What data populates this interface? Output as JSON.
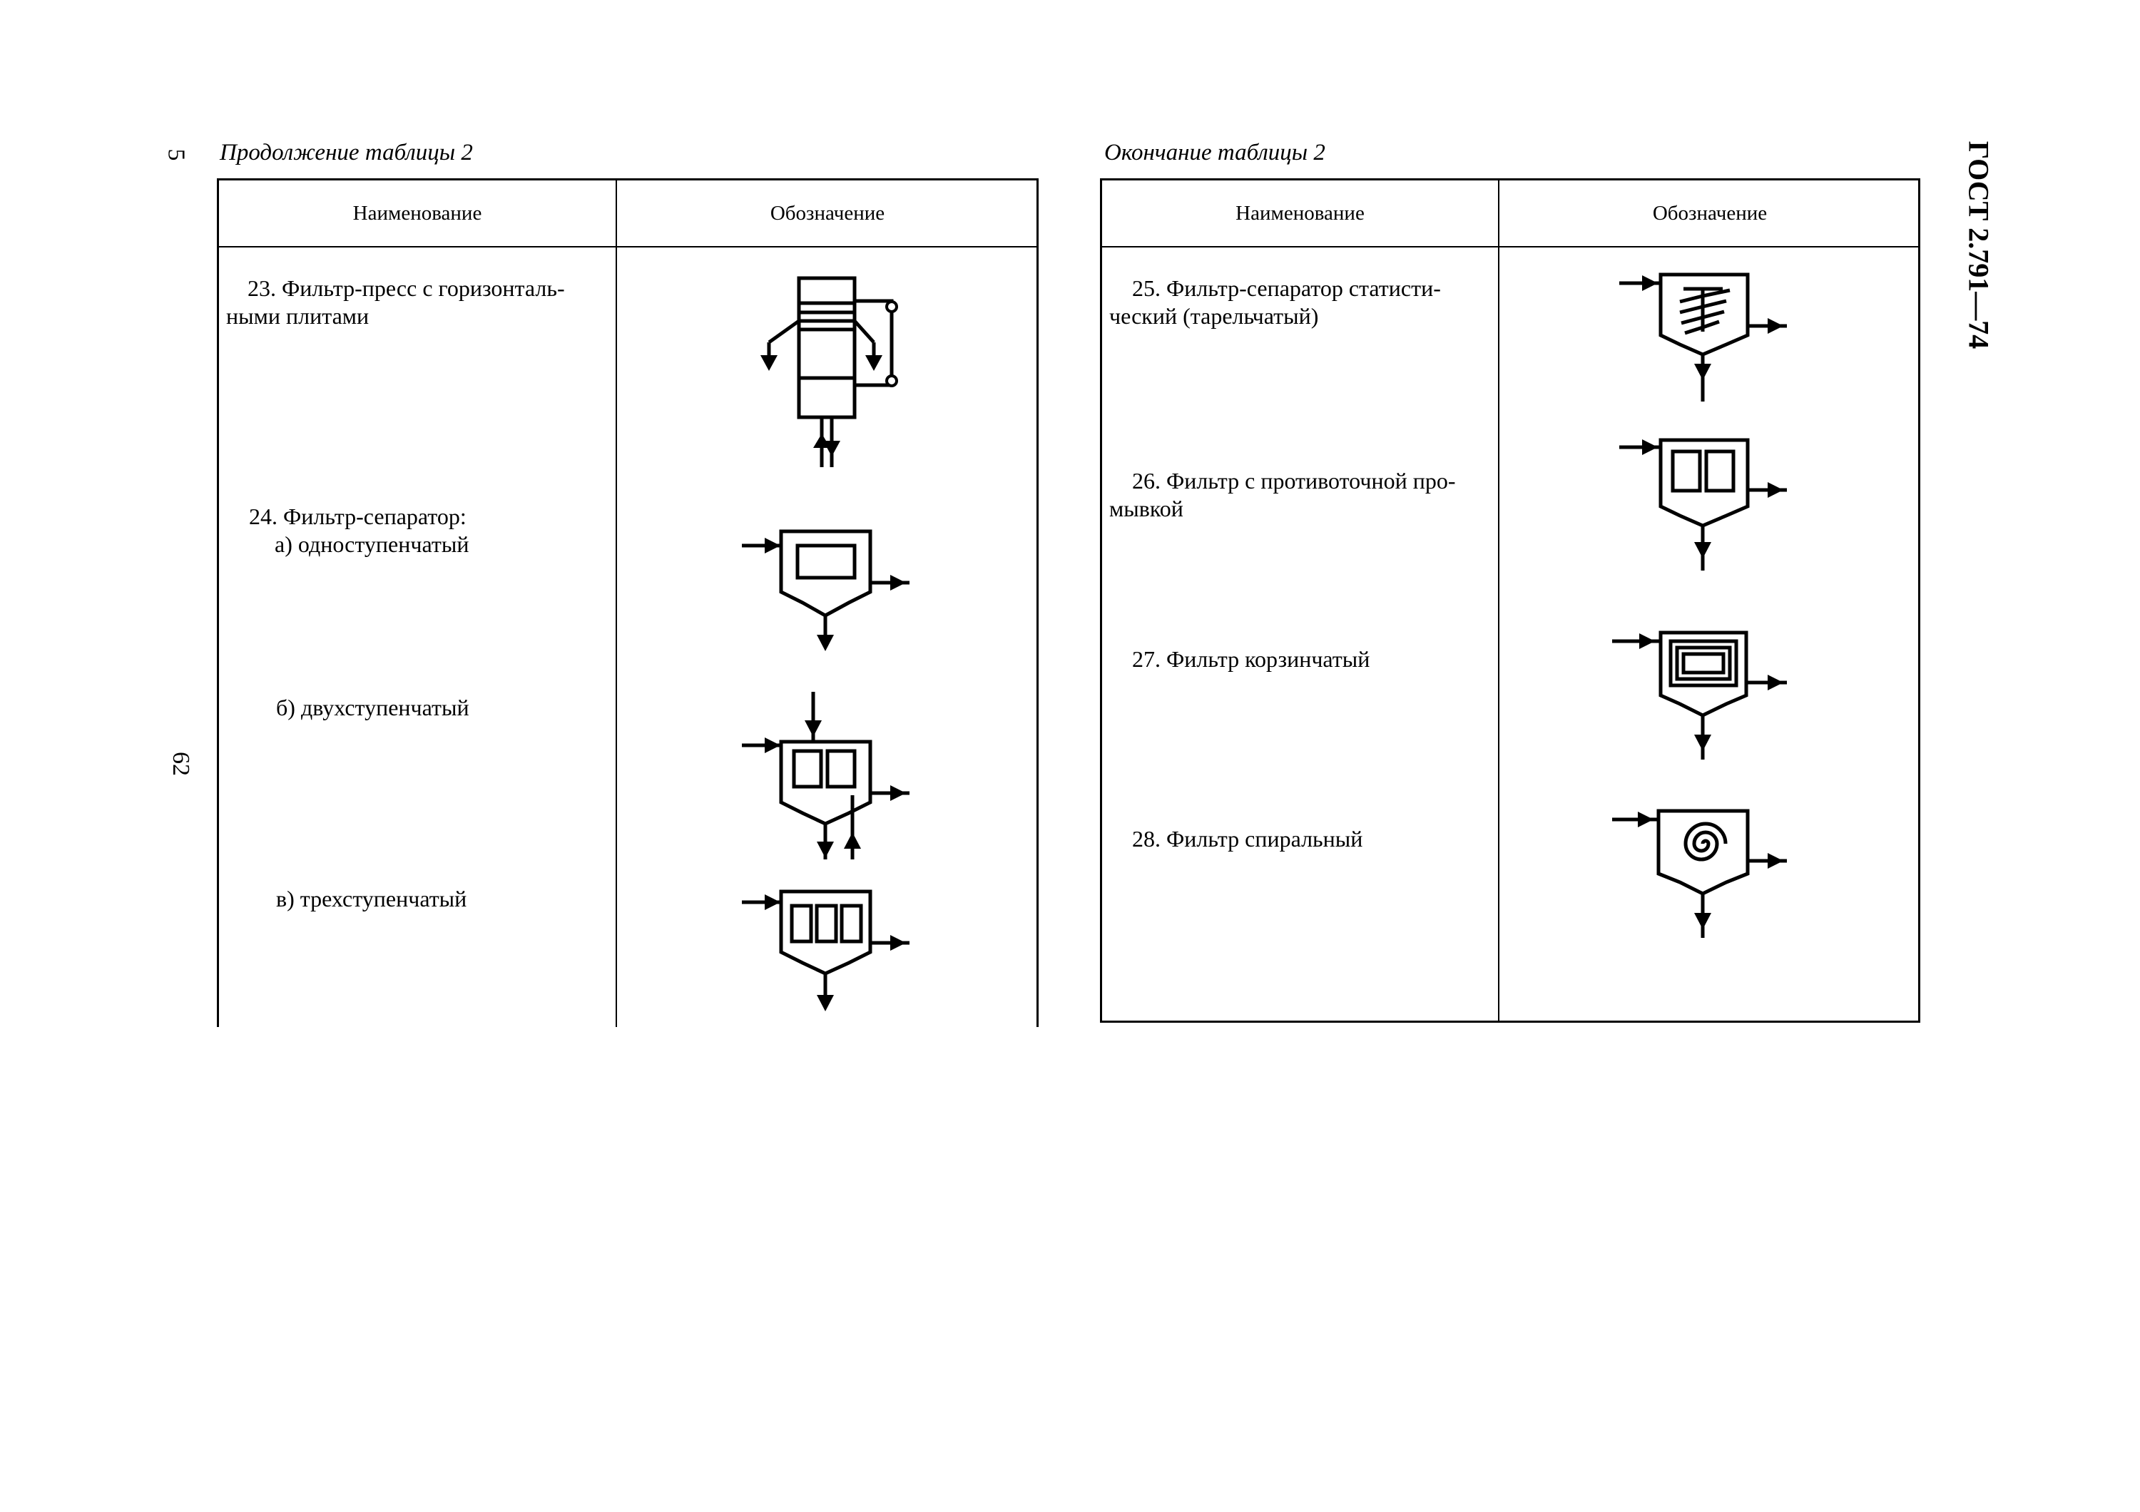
{
  "left_page": {
    "caption": "Продолжение таблицы 2",
    "page_number_top": "5",
    "page_number_side": "62",
    "header": {
      "name": "Наименование",
      "symbol": "Обозначение"
    },
    "rows": [
      {
        "id": "23",
        "line1": "23. Фильтр-пресс с горизонталь-",
        "line2": "ными плитами"
      },
      {
        "id": "24",
        "line1": "24. Фильтр-сепаратор:",
        "line2": "а)  одноступенчатый"
      },
      {
        "id": "24b",
        "line1": "б)  двухступенчатый"
      },
      {
        "id": "24c",
        "line1": "в)  трехступенчатый"
      }
    ]
  },
  "right_page": {
    "caption": "Окончание таблицы 2",
    "standard": "ГОСТ 2.791—74",
    "header": {
      "name": "Наименование",
      "symbol": "Обозначение"
    },
    "rows": [
      {
        "id": "25",
        "line1": "25.  Фильтр-сепаратор  статисти-",
        "line2": "ческий  (тарельчатый)"
      },
      {
        "id": "26",
        "line1": "26. Фильтр с противоточной про-",
        "line2": "мывкой"
      },
      {
        "id": "27",
        "line1": "27. Фильтр корзинчатый"
      },
      {
        "id": "28",
        "line1": "28. Фильтр спиральный"
      }
    ]
  },
  "icons": [
    "filter-press-horizontal-plates-symbol",
    "filter-separator-single-stage-symbol",
    "filter-separator-two-stage-symbol",
    "filter-separator-three-stage-symbol",
    "filter-separator-static-plate-symbol",
    "filter-counterflow-wash-symbol",
    "filter-basket-symbol",
    "filter-spiral-symbol"
  ]
}
